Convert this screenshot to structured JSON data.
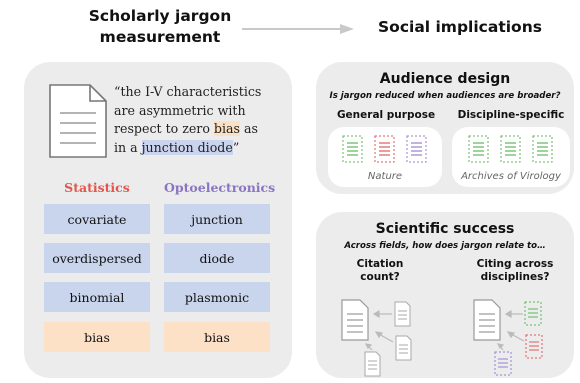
{
  "left_title": [
    "Scholarly jargon",
    "measurement"
  ],
  "right_title": "Social implications",
  "quote": {
    "line1": "“the I-V characteristics",
    "line2": "are asymmetric with",
    "line3_pre": "respect to zero ",
    "line3_bias": "bias",
    "line3_post": " as",
    "line4_pre": "in a ",
    "line4_junction": "junction diode",
    "line4_post": "”"
  },
  "columns": {
    "statistics": {
      "label": "Statistics",
      "color": "#e0574f"
    },
    "optoelectronics": {
      "label": "Optoelectronics",
      "color": "#8b74c2"
    }
  },
  "terms": {
    "statistics": [
      "covariate",
      "overdispersed",
      "binomial",
      "bias"
    ],
    "optoelectronics": [
      "junction",
      "diode",
      "plasmonic",
      "bias"
    ]
  },
  "audience": {
    "title": "Audience design",
    "question": "Is jargon reduced when audiences are broader?",
    "general_label": "General purpose",
    "specific_label": "Discipline-specific",
    "general_journal": "Nature",
    "specific_journal": "Archives of Virology"
  },
  "success": {
    "title": "Scientific success",
    "question": "Across fields, how does jargon relate to…",
    "citation_label": [
      "Citation",
      "count?"
    ],
    "citing_label": [
      "Citing across",
      "disciplines?"
    ]
  },
  "colors": {
    "green": "#5cb85c",
    "red": "#e05a5a",
    "purple": "#9a7fcf",
    "panel": "#ececec",
    "blue_cell": "#c9d4ed",
    "orange_cell": "#fde1c7"
  }
}
